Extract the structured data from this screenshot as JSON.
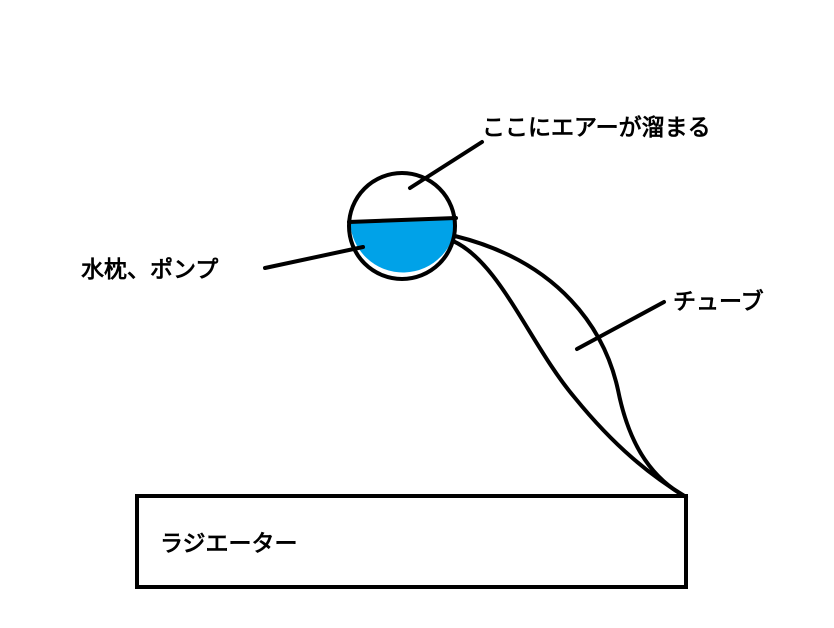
{
  "labels": {
    "air": "ここにエアーが溜まる",
    "pump": "水枕、ポンプ",
    "tube": "チューブ",
    "radiator": "ラジエーター"
  },
  "colors": {
    "stroke": "#000000",
    "water": "#00a2e8",
    "background": "#ffffff"
  }
}
